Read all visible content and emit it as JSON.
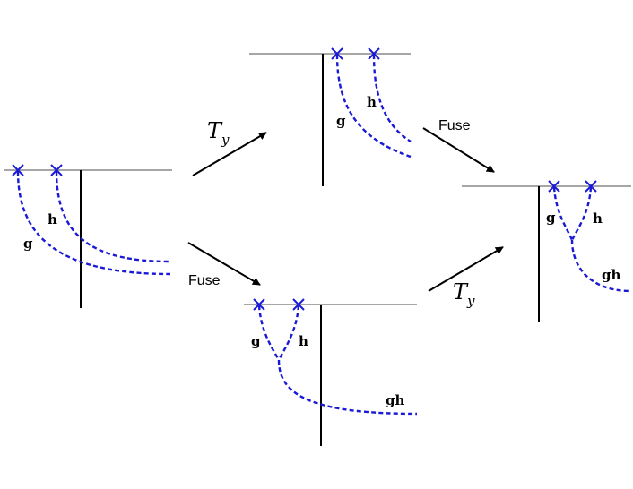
{
  "labels": {
    "g": "g",
    "h": "h",
    "gh": "gh",
    "fuse": "Fuse",
    "translation_op": "T",
    "translation_sub": "y"
  },
  "colors": {
    "anyon_path": "#1a1ad6",
    "boundary": "#a6a6a6",
    "branch_cut": "#000000"
  },
  "icons": [
    "anyon-cross-icon",
    "arrow-icon"
  ]
}
